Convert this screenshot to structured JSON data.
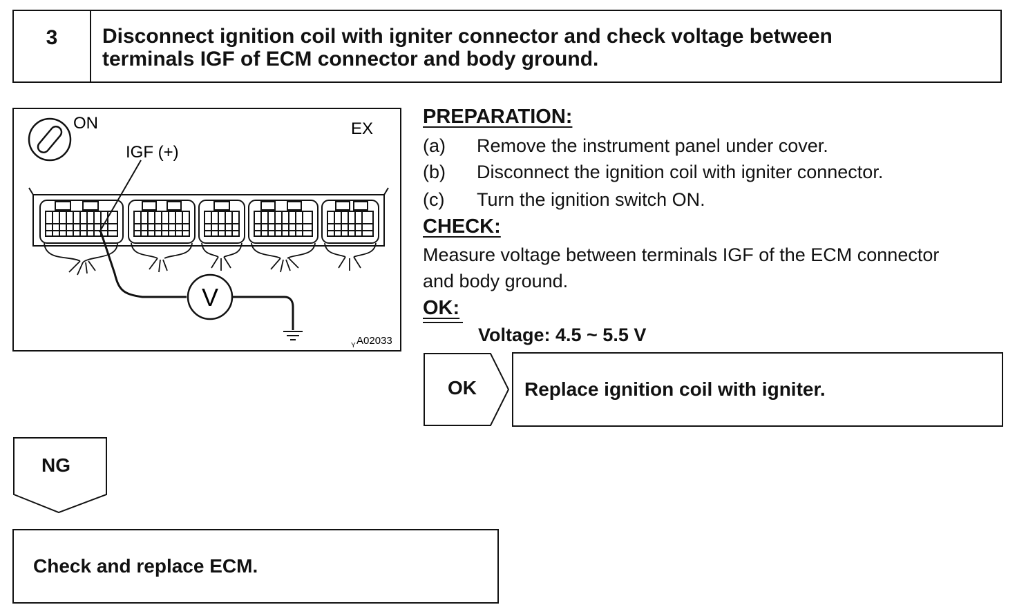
{
  "step": {
    "number": "3",
    "title_line1": "Disconnect ignition coil with igniter connector and check voltage between",
    "title_line2": "terminals IGF of ECM connector and body ground."
  },
  "figure": {
    "switch_label": "ON",
    "side_label": "EX",
    "probe_label": "IGF (+)",
    "meter_label": "V",
    "figure_code_prefix": "Y",
    "figure_code": "A02033"
  },
  "preparation": {
    "heading": "PREPARATION:",
    "items": [
      {
        "label": "(a)",
        "text": "Remove the instrument panel under cover."
      },
      {
        "label": "(b)",
        "text": "Disconnect the ignition coil with igniter connector."
      },
      {
        "label": "(c)",
        "text": "Turn the ignition switch ON."
      }
    ]
  },
  "check": {
    "heading": "CHECK:",
    "line1": "Measure voltage between terminals IGF of the ECM connector",
    "line2": "and body ground."
  },
  "ok_spec": {
    "heading": "OK:",
    "value": "Voltage: 4.5 ~ 5.5 V"
  },
  "ok_result": {
    "tag": "OK",
    "text": "Replace ignition coil with igniter."
  },
  "ng_result": {
    "tag": "NG",
    "text": "Check and replace ECM."
  }
}
